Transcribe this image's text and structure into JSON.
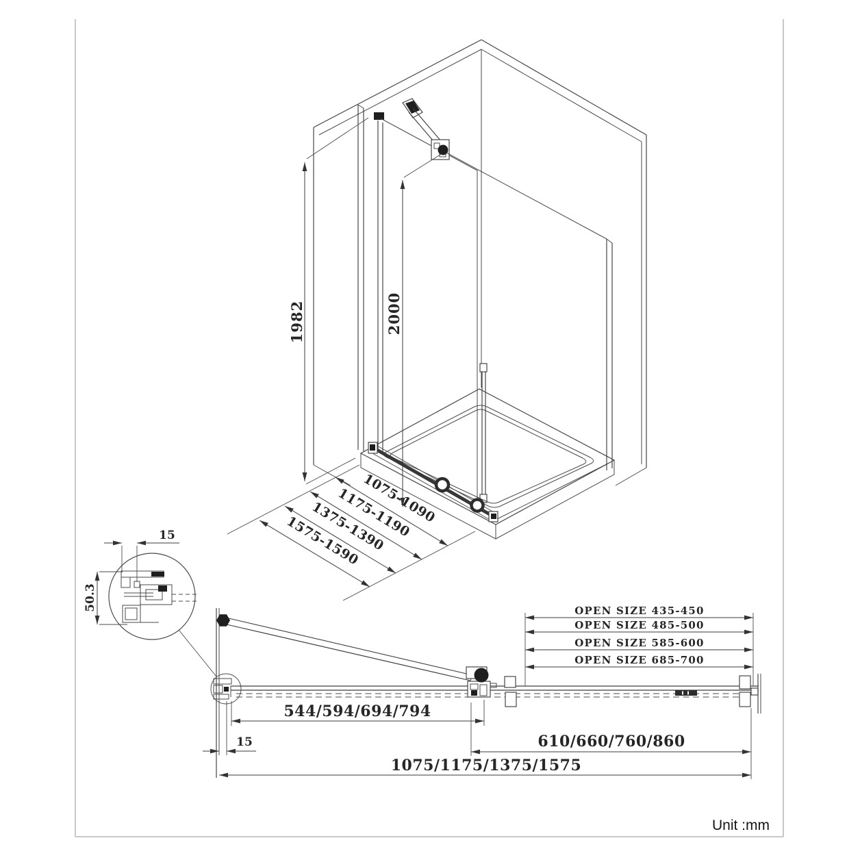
{
  "drawing": {
    "unit_label": "Unit :mm",
    "iso": {
      "door_height": "1982",
      "glass_height": "2000",
      "width_ranges": [
        "1075-1090",
        "1175-1190",
        "1375-1390",
        "1575-1590"
      ]
    },
    "detail": {
      "offset_15": "15",
      "height_50_3": "50.3"
    },
    "plan": {
      "open_sizes": [
        "OPEN SIZE 435-450",
        "OPEN SIZE 485-500",
        "OPEN SIZE 585-600",
        "OPEN SIZE 685-700"
      ],
      "door_width": "544/594/694/794",
      "fixed_width": "610/660/760/860",
      "total_width": "1075/1175/1375/1575",
      "wall_offset": "15"
    },
    "colors": {
      "line": "#3f3f3f",
      "dark_fill": "#1f1f1f",
      "frame": "#b5b5b5",
      "background": "#ffffff"
    }
  }
}
